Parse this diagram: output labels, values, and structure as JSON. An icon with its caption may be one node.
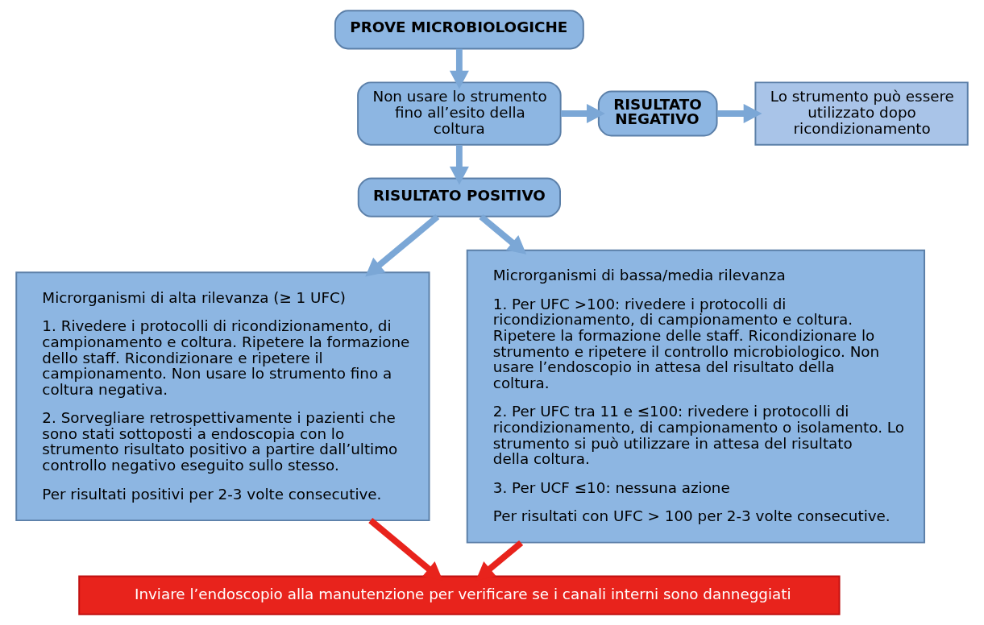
{
  "diagram": {
    "nodes": [
      {
        "text": [
          "PROVE MICROBIOLOGICHE"
        ]
      },
      {
        "text": [
          "Non usare lo strumento fino all’esito della coltura"
        ]
      },
      {
        "text": [
          "RISULTATO NEGATIVO"
        ]
      },
      {
        "text": [
          "Lo strumento può essere utilizzato dopo ricondizionamento"
        ]
      },
      {
        "text": [
          "RISULTATO POSITIVO"
        ]
      },
      {
        "text": [
          "Microrganismi di alta rilevanza (≥ 1 UFC)",
          "1. Rivedere i protocolli di ricondizionamento, di campionamento e coltura. Ripetere la formazione dello staff. Ricondizionare e ripetere il campionamento. Non usare lo strumento fino a coltura negativa.",
          "2. Sorvegliare retrospettivamente i pazienti che sono stati sottoposti a endoscopia con lo strumento risultato positivo a partire dall’ultimo controllo negativo eseguito sullo stesso.",
          "Per risultati positivi per 2-3 volte consecutive."
        ]
      },
      {
        "text": [
          "Microrganismi di bassa/media rilevanza",
          "1. Per UFC >100: rivedere i protocolli di ricondizionamento, di campionamento e coltura. Ripetere la formazione delle staff. Ricondizionare lo strumento e ripetere il controllo microbiologico. Non usare l’endoscopio in attesa del risultato della coltura.",
          "2. Per UFC tra 11 e ≤100: rivedere i protocolli di ricondizionamento, di campionamento o isolamento. Lo strumento si può utilizzare in attesa del risultato della coltura.",
          "3. Per UCF ≤10: nessuna azione",
          "Per risultati con UFC > 100 per 2-3 volte consecutive."
        ]
      },
      {
        "text": [
          "Inviare l’endoscopio alla manutenzione per verificare se i canali interni sono danneggiati"
        ]
      }
    ],
    "edges": [
      {
        "from": 0,
        "to": 1,
        "arrow": "to"
      },
      {
        "from": 1,
        "to": 2,
        "arrow": "to"
      },
      {
        "from": 2,
        "to": 3,
        "arrow": "to"
      },
      {
        "from": 1,
        "to": 4,
        "arrow": "to"
      },
      {
        "from": 4,
        "to": 5,
        "arrow": "to"
      },
      {
        "from": 4,
        "to": 6,
        "arrow": "to"
      },
      {
        "from": 5,
        "to": 7,
        "arrow": "to",
        "color": "#e8231c"
      },
      {
        "from": 6,
        "to": 7,
        "arrow": "to",
        "color": "#e8231c"
      }
    ]
  }
}
